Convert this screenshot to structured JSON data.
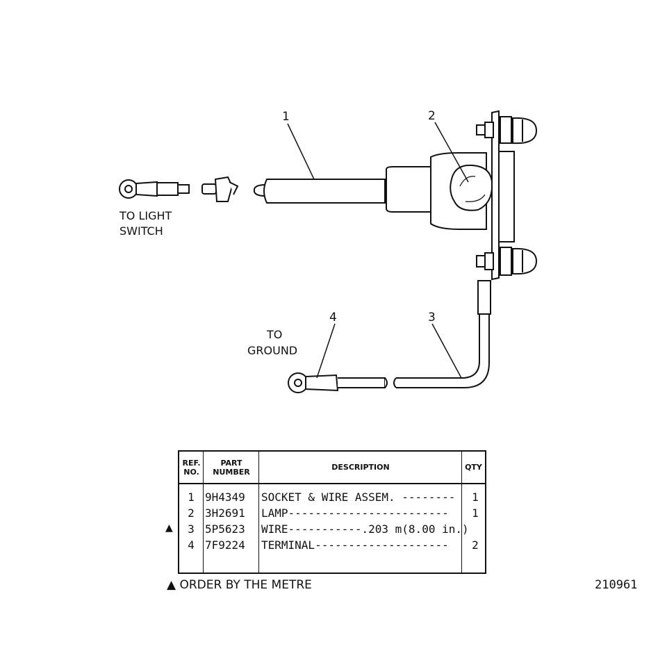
{
  "callouts": {
    "one": "1",
    "two": "2",
    "three": "3",
    "four": "4",
    "to_light_switch_line1": "TO LIGHT",
    "to_light_switch_line2": "SWITCH",
    "to_ground_line1": "TO",
    "to_ground_line2": "GROUND"
  },
  "table": {
    "headers": {
      "ref_line1": "REF.",
      "ref_line2": "NO.",
      "part_line1": "PART",
      "part_line2": "NUMBER",
      "description": "DESCRIPTION",
      "qty": "QTY"
    },
    "rows": [
      {
        "ref": "1",
        "part": "9H4349",
        "desc": "SOCKET & WIRE ASSEM. --------",
        "qty": "1"
      },
      {
        "ref": "2",
        "part": "3H2691",
        "desc": "LAMP------------------------",
        "qty": "1"
      },
      {
        "ref": "3",
        "part": "5P5623",
        "desc": "WIRE-----------.203 m(8.00 in.)",
        "qty": ""
      },
      {
        "ref": "4",
        "part": "7F9224",
        "desc": "TERMINAL--------------------",
        "qty": "2"
      }
    ],
    "row3_marker": "▲"
  },
  "footnote": "▲ ORDER BY THE METRE",
  "figure_number": "210961"
}
